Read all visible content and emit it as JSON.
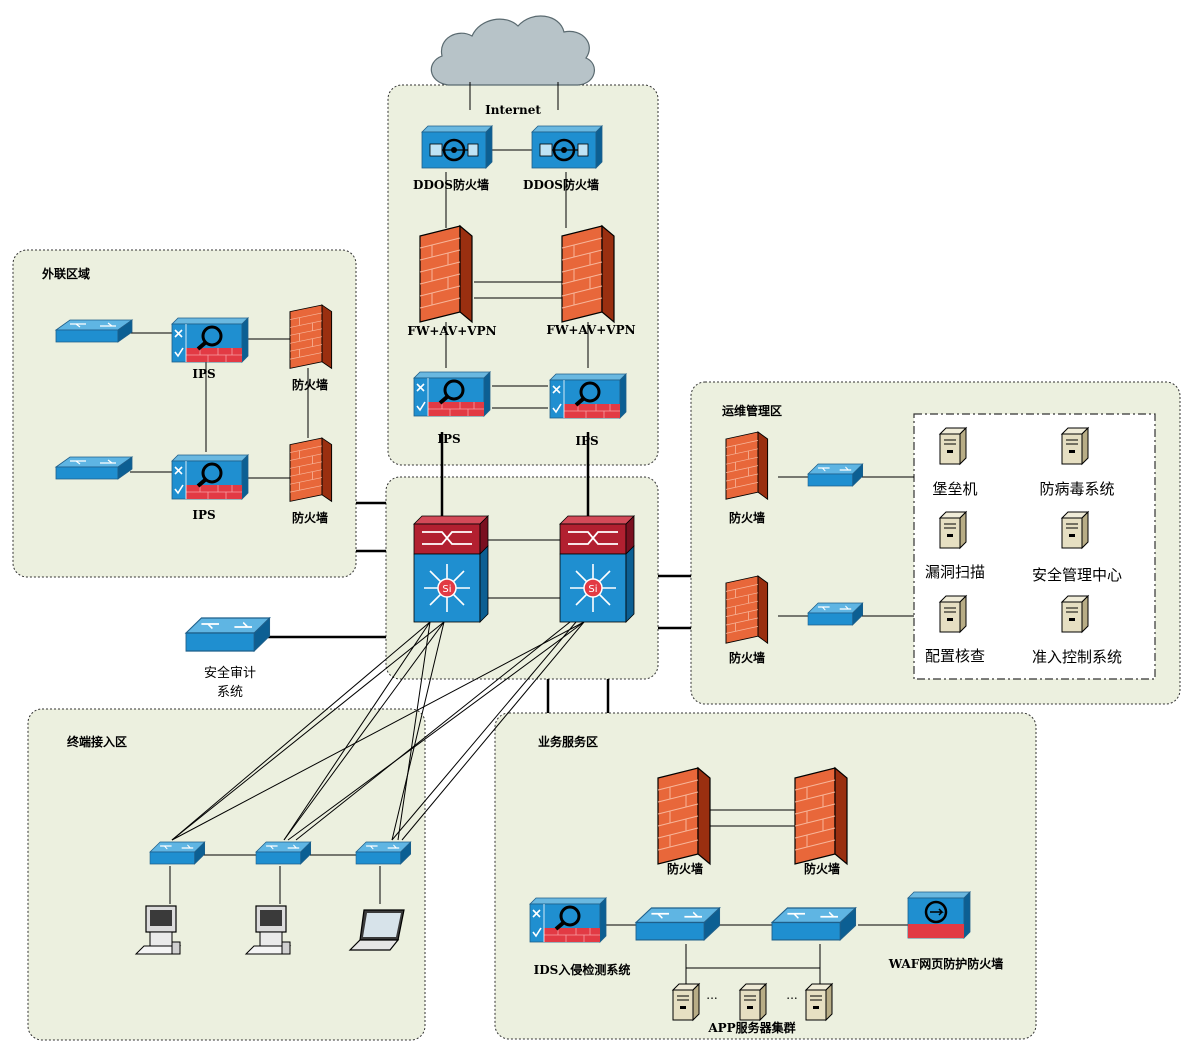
{
  "labels": {
    "internet": "Internet",
    "ddos_fw": "DDOS防火墙",
    "fw_av_vpn": "FW+AV+VPN",
    "ips": "IPS",
    "firewall": "防火墙",
    "zone_external": "外联区域",
    "zone_ops": "运维管理区",
    "zone_terminal": "终端接入区",
    "zone_business": "业务服务区",
    "audit_line1": "安全审计",
    "audit_line2": "系统",
    "bastion": "堡垒机",
    "antivirus_sys": "防病毒系统",
    "vuln_scan": "漏洞扫描",
    "sec_mgmt_center": "安全管理中心",
    "config_check": "配置核查",
    "access_control": "准入控制系统",
    "ids": "IDS入侵检测系统",
    "waf": "WAF网页防护防火墙",
    "app_cluster": "APP服务器集群",
    "ellipsis": "..."
  },
  "colors": {
    "zone_fill": "#ecf0df",
    "zone_border": "#333333",
    "device_blue": "#1f8fd0",
    "device_blue_dark": "#0c5f93",
    "firewall_orange": "#e55d2b",
    "core_red": "#b22030",
    "cloud_gray": "#b7c3c8"
  },
  "icons": [
    "cloud-icon",
    "ddos-firewall-icon",
    "firewall-icon",
    "ips-icon",
    "switch-icon",
    "core-switch-icon",
    "server-icon",
    "workstation-icon",
    "laptop-icon",
    "audit-switch-icon",
    "waf-icon"
  ]
}
